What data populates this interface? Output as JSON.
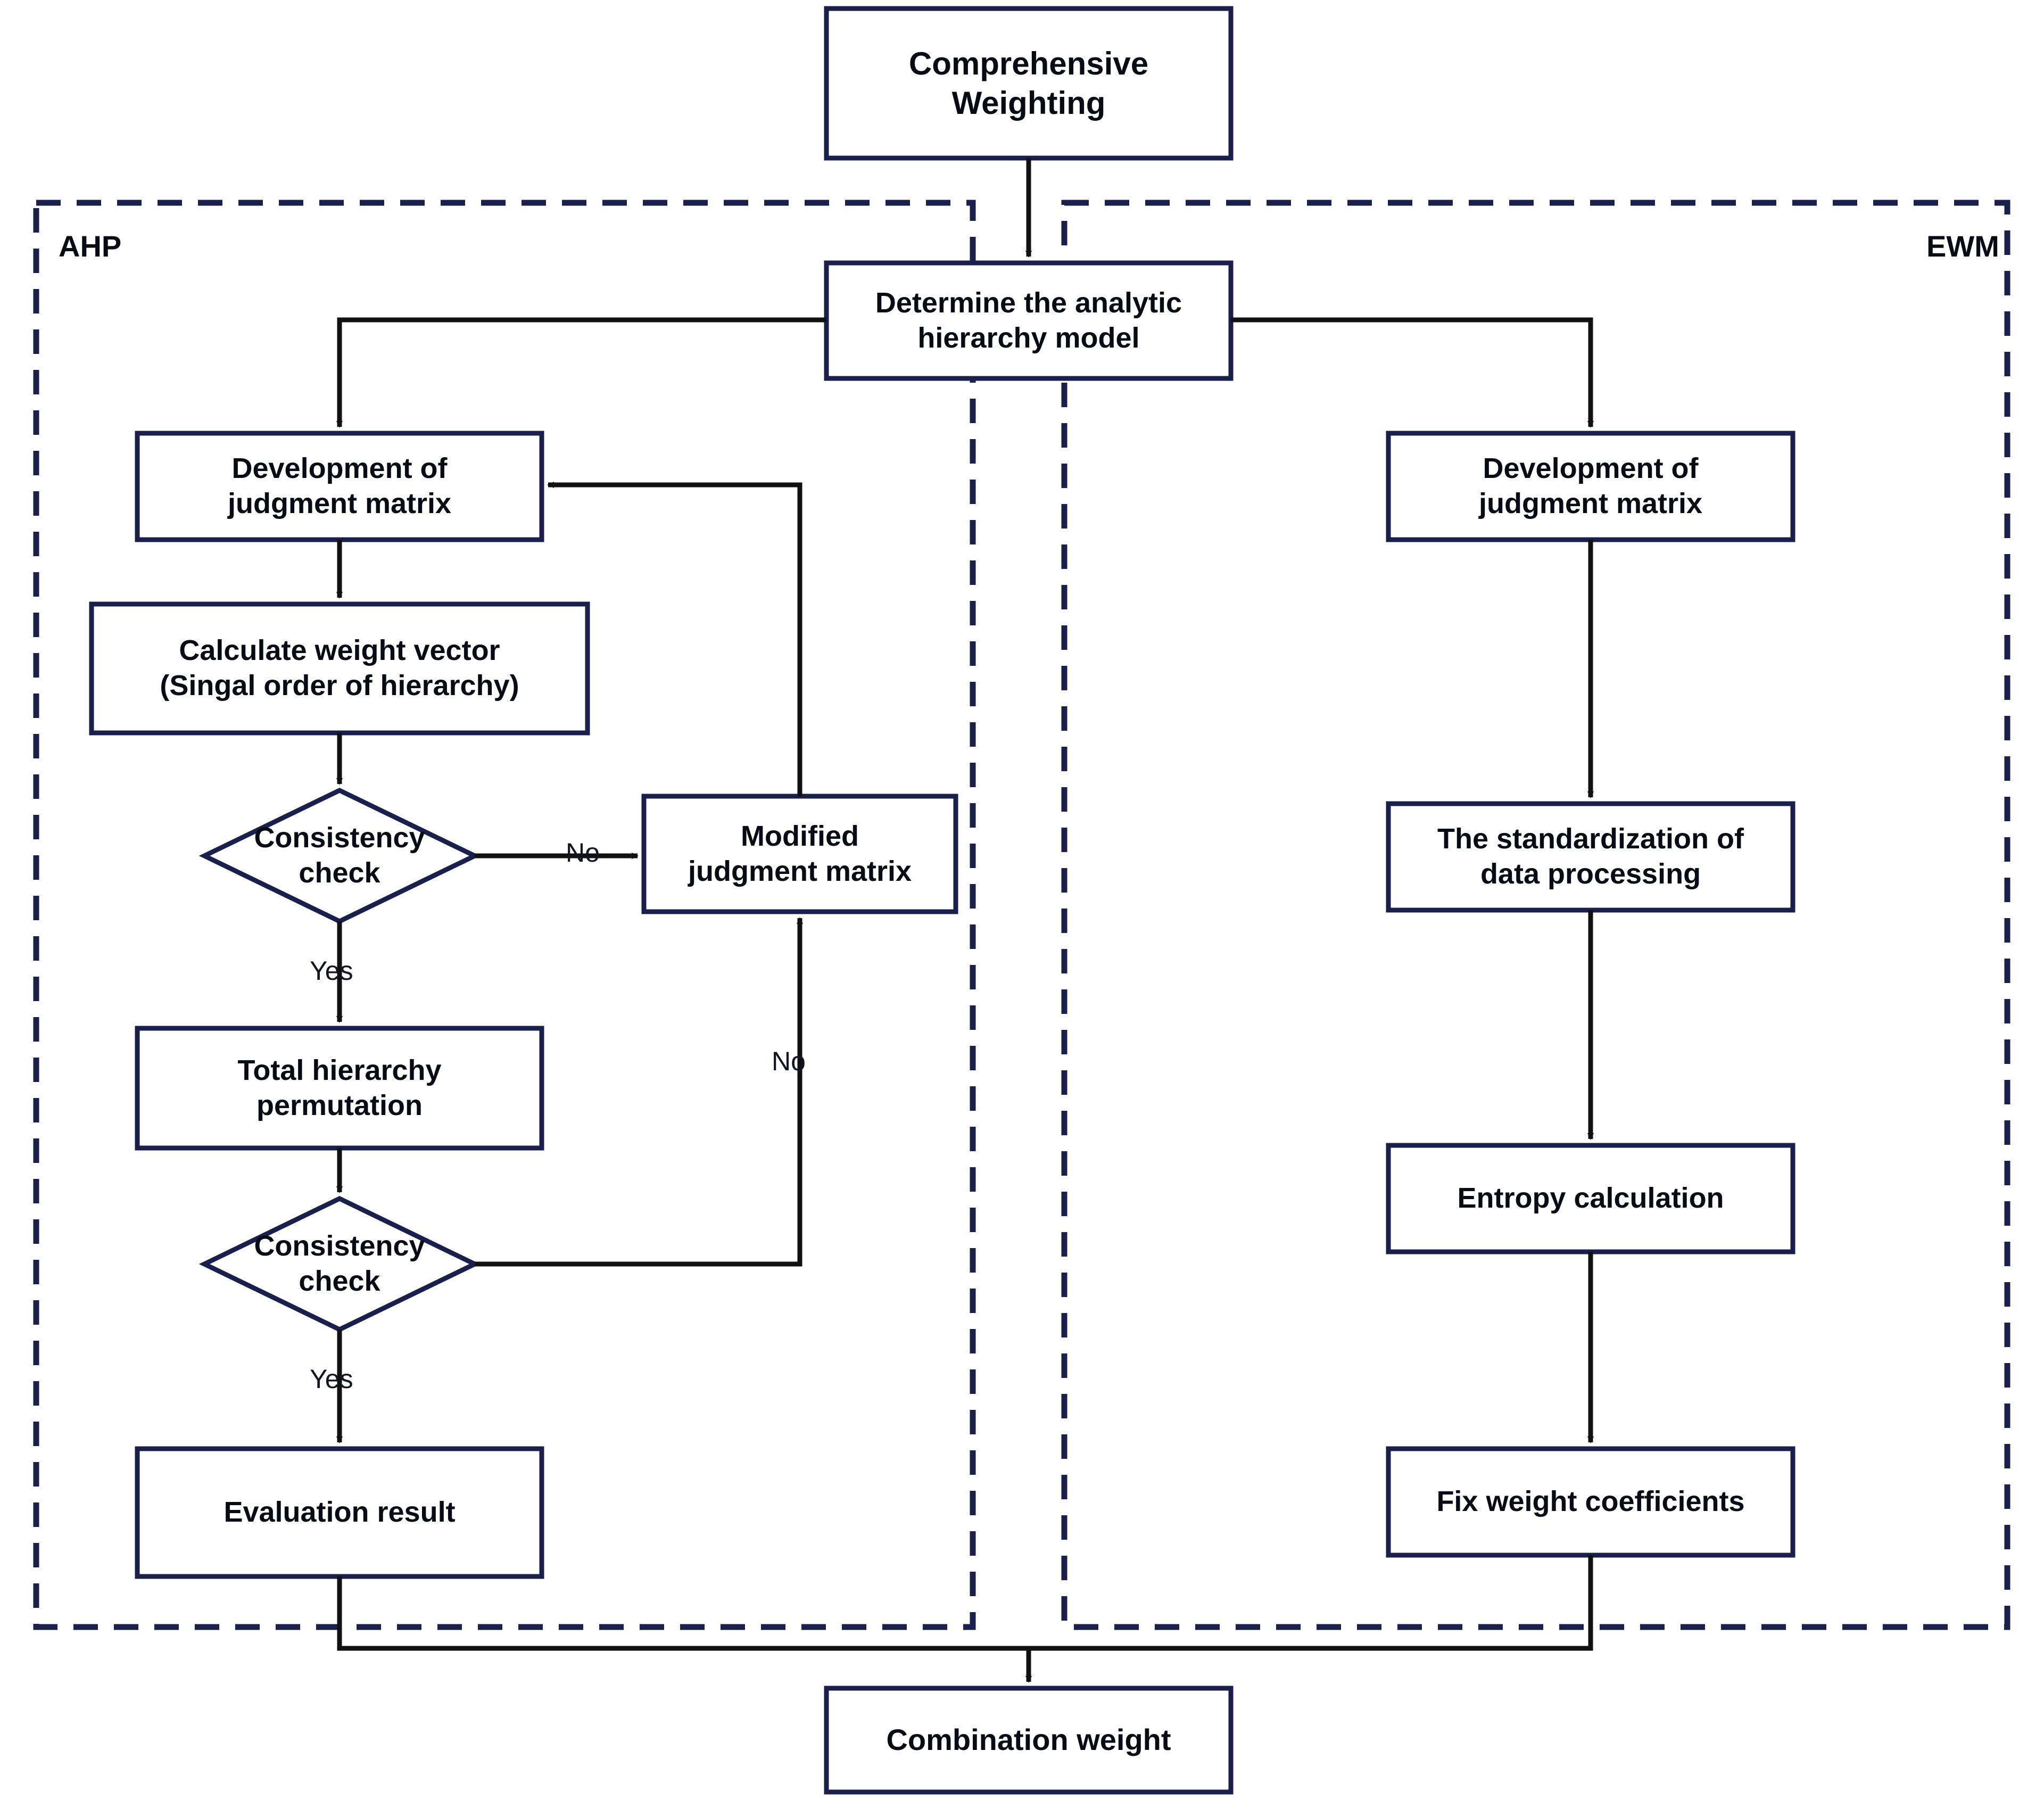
{
  "diagram": {
    "title": "Comprehensive Weighting flowchart (AHP + EWM)",
    "colors": {
      "box_stroke": "#1a1f4b",
      "connector": "#111111",
      "group_dash": "#1a1f4b",
      "text": "#0a0a14",
      "background": "#ffffff"
    },
    "groups": [
      {
        "id": "ahp",
        "label": "AHP"
      },
      {
        "id": "ewm",
        "label": "EWM"
      }
    ],
    "nodes": [
      {
        "id": "comprehensive-weighting",
        "label": "Comprehensive\nWeighting",
        "shape": "rect"
      },
      {
        "id": "determine-model",
        "label": "Determine the analytic\nhierarchy model",
        "shape": "rect"
      },
      {
        "id": "ahp-development-judgment-matrix",
        "label": "Development of\njudgment matrix",
        "shape": "rect"
      },
      {
        "id": "calculate-weight-vector",
        "label": "Calculate weight vector\n(Singal order of hierarchy)",
        "shape": "rect"
      },
      {
        "id": "consistency-check-1",
        "label": "Consistency\ncheck",
        "shape": "diamond"
      },
      {
        "id": "modified-judgment-matrix",
        "label": "Modified\njudgment matrix",
        "shape": "rect"
      },
      {
        "id": "total-hierarchy-permutation",
        "label": "Total hierarchy\npermutation",
        "shape": "rect"
      },
      {
        "id": "consistency-check-2",
        "label": "Consistency\ncheck",
        "shape": "diamond"
      },
      {
        "id": "evaluation-result",
        "label": "Evaluation result",
        "shape": "rect"
      },
      {
        "id": "ewm-development-judgment-matrix",
        "label": "Development of\njudgment matrix",
        "shape": "rect"
      },
      {
        "id": "standardization-data-processing",
        "label": "The standardization of\ndata processing",
        "shape": "rect"
      },
      {
        "id": "entropy-calculation",
        "label": "Entropy calculation",
        "shape": "rect"
      },
      {
        "id": "fix-weight-coefficients",
        "label": "Fix weight coefficients",
        "shape": "rect"
      },
      {
        "id": "combination-weight",
        "label": "Combination weight",
        "shape": "rect"
      }
    ],
    "edge_labels": [
      {
        "id": "no-1",
        "label": "No"
      },
      {
        "id": "yes-1",
        "label": "Yes"
      },
      {
        "id": "no-2",
        "label": "No"
      },
      {
        "id": "yes-2",
        "label": "Yes"
      }
    ]
  }
}
